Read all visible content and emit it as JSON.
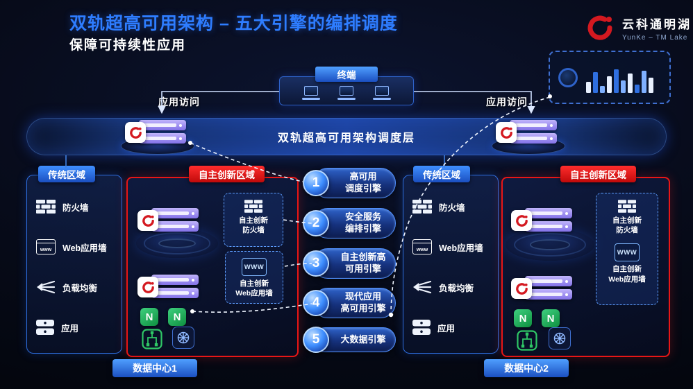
{
  "header": {
    "title": "双轨超高可用架构 – 五大引擎的编排调度",
    "subtitle": "保障可持续性应用"
  },
  "logo": {
    "name": "云科通明湖",
    "subname": "YunKe – TM Lake"
  },
  "terminal": {
    "label": "终端"
  },
  "access": {
    "left": "应用访问",
    "right": "应用访问"
  },
  "scheduling_layer": {
    "label": "双轨超高可用架构调度层"
  },
  "dashboard": {
    "bars": [
      16,
      30,
      10,
      24,
      34,
      18,
      28,
      12,
      32,
      22
    ]
  },
  "engines": [
    {
      "num": "1",
      "line1": "高可用",
      "line2": "调度引擎"
    },
    {
      "num": "2",
      "line1": "安全服务",
      "line2": "编排引擎"
    },
    {
      "num": "3",
      "line1": "自主创新高",
      "line2": "可用引擎"
    },
    {
      "num": "4",
      "line1": "现代应用",
      "line2": "高可用引擎"
    },
    {
      "num": "5",
      "line1": "大数据引擎",
      "line2": ""
    }
  ],
  "zones": {
    "traditional_label": "传统区域",
    "innovation_label": "自主创新区域",
    "traditional_items": [
      "防火墙",
      "Web应用墙",
      "负载均衡",
      "应用"
    ],
    "innovation_firewall_line1": "自主创新",
    "innovation_firewall_line2": "防火墙",
    "innovation_waf_line1": "自主创新",
    "innovation_waf_line2": "Web应用墙",
    "www_label": "WWW",
    "www_small": "www"
  },
  "icons": {
    "nginx_letter": "N"
  },
  "datacenters": {
    "dc1_label": "数据中心1",
    "dc2_label": "数据中心2"
  }
}
